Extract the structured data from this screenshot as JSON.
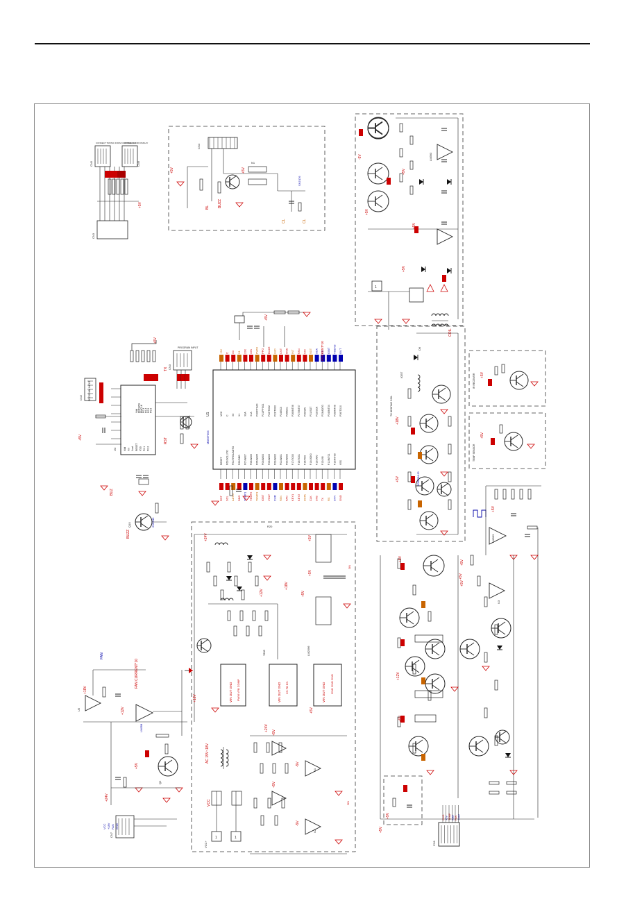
{
  "footer_text": "",
  "blocks": {
    "connectors_header": {
      "left_conn_ref": "CN5",
      "left_conn_label": "CONNECT TRONIC FROM CONTROLLER",
      "right_conn_ref": "CN6",
      "right_conn_label": "CONNECT FOR DISPLAY",
      "bottom_conn_ref": "CN3"
    },
    "buzzer": {
      "supply": "+5V",
      "net_bl": "BL",
      "net_buzz": "BUZZ",
      "net_cl": "CL",
      "conn": "CN4",
      "ic": "N1",
      "part": "SN7476"
    },
    "program_input_left": {
      "title": "PROGRAM INPUT",
      "ref": "CN2"
    },
    "program_input_right": {
      "title": "PROGRAM INPUT",
      "ref": "CN3"
    },
    "mcu_aux": {
      "ref": "U4",
      "pins_left": [
        "Vdd",
        "Xin",
        "Xout",
        "RESET",
        "VSS",
        "P0.1",
        "P0.2"
      ],
      "pins_right": [
        "Vdd",
        "EMDATA",
        "EMCLK",
        "P0.3",
        "P0.4",
        "P0.5",
        "P0.6"
      ]
    },
    "mcu_main": {
      "ref": "U1",
      "part": "MB95F563",
      "pins_left": [
        "RESET",
        "P62/SCL1/TO",
        "P61/TRG1/ADTG",
        "P60/DBG",
        "P07/AN07",
        "P06/AN06",
        "P05/AN05",
        "P04/AN04",
        "P03/AN03",
        "P02/AN02",
        "P01/AN01",
        "P00/AN00",
        "P17/TO00",
        "P16/TO01",
        "P15/TI00",
        "P14/UCK0",
        "P13/UO0",
        "P12/UI0",
        "P11/INT01",
        "P10/INT00",
        "VSS"
      ],
      "pins_right": [
        "VCC",
        "C",
        "X0",
        "X1",
        "X0A",
        "X1A",
        "P20/PPG00",
        "P21/PPG01",
        "P22/TO02",
        "P23/TO03",
        "P24/EC0",
        "P25/EC1",
        "P26/INT06",
        "P27/INT07",
        "P30/SIN",
        "P31/SOT",
        "P32/SCK",
        "P33/ADTG",
        "P34/INT04",
        "P35/INT05",
        "P36/TO10"
      ],
      "net_left": [
        "RST",
        "SCL",
        "ADTG",
        "DBG",
        "TEMP1",
        "TEMP2",
        "TEMP3",
        "IGBT",
        "VOLT",
        "CUR",
        "PAN",
        "FAN",
        "KEY1",
        "KEY2",
        "DATA",
        "CLK",
        "STB",
        "TX",
        "RX",
        "SYN",
        "GND"
      ],
      "net_right": [
        "+5V",
        "C",
        "X0",
        "X1",
        "32K",
        "32K",
        "PWM",
        "PPG",
        "BUZZ",
        "LED",
        "CNT",
        "OSC",
        "INT",
        "FAN",
        "SIN",
        "SOT",
        "SCK",
        "AD",
        "IGBT",
        "VSENS",
        "OUT"
      ],
      "annotation": "CURRENT*10"
    },
    "transistor_q10": {
      "ref": "Q10",
      "part": "2SC945",
      "net": "BUZZ"
    },
    "fan_driver": {
      "label": "FAN",
      "supply": "+12V",
      "ref_q": "Q2",
      "current_label": "FAN CURRENT*10",
      "opamp": "LM358"
    },
    "power_supply": {
      "input_label": "AC 15V~18V",
      "vcc_label": "VCC",
      "reg1": "VIN OUT GND",
      "reg2": "VIN OUT GND",
      "reg1_part": "7805",
      "reg2_part": "LM2596",
      "v5": "+5V",
      "v12": "+12V",
      "v18": "+18V",
      "v24": "+24V"
    },
    "igbt_driver": {
      "ref": "IGBT",
      "part": "SGW25N120",
      "label": "TO HEATING COIL",
      "diode": "D6",
      "supply": "+18V"
    },
    "ir_receiver": {
      "label": "IR RECEIVER"
    },
    "temp_sensor": {
      "label": "TEMP SENSOR"
    },
    "bottom_connector": {
      "ref": "CN1",
      "pins": [
        "GND",
        "+5V",
        "TEMP",
        "IGBT",
        "FAN",
        "+18V"
      ]
    },
    "voltage_labels": [
      "+5V",
      "+12V",
      "+18V",
      "+24V",
      "-5V"
    ]
  }
}
